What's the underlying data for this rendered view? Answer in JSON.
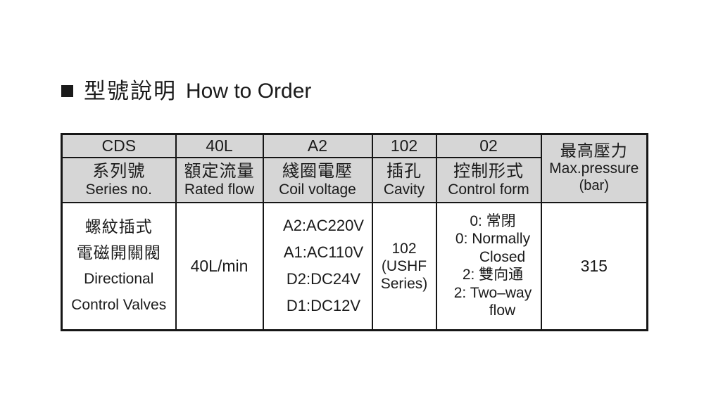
{
  "title": {
    "bullet_icon": "black-square",
    "zh": "型號說明",
    "en": "How to Order"
  },
  "colors": {
    "header_bg": "#d6d6d6",
    "border": "#161616",
    "text": "#1a1a1a",
    "page_bg": "#ffffff"
  },
  "table": {
    "code_row": [
      "CDS",
      "40L",
      "A2",
      "102",
      "02"
    ],
    "label_row": [
      {
        "zh": "系列號",
        "en": "Series no."
      },
      {
        "zh": "額定流量",
        "en": "Rated flow"
      },
      {
        "zh": "綫圈電壓",
        "en": "Coil voltage"
      },
      {
        "zh": "插孔",
        "en": "Cavity"
      },
      {
        "zh": "控制形式",
        "en": "Control form"
      }
    ],
    "pressure_header": {
      "zh": "最高壓力",
      "en": "Max.pressure",
      "unit": "(bar)"
    },
    "body": {
      "series_lines": [
        "螺紋插式",
        "電磁開關閥",
        "Directional",
        "Control Valves"
      ],
      "rated_flow": "40L/min",
      "coil_voltage_lines": [
        "A2:AC220V",
        "A1:AC110V",
        "D2:DC24V",
        "D1:DC12V"
      ],
      "cavity_lines": [
        "102",
        "(USHF",
        "Series)"
      ],
      "control_form_lines": [
        "0: 常閉",
        "0: Normally",
        "Closed",
        "2: 雙向通",
        "2: Two–way",
        "flow"
      ],
      "max_pressure": "315"
    }
  }
}
